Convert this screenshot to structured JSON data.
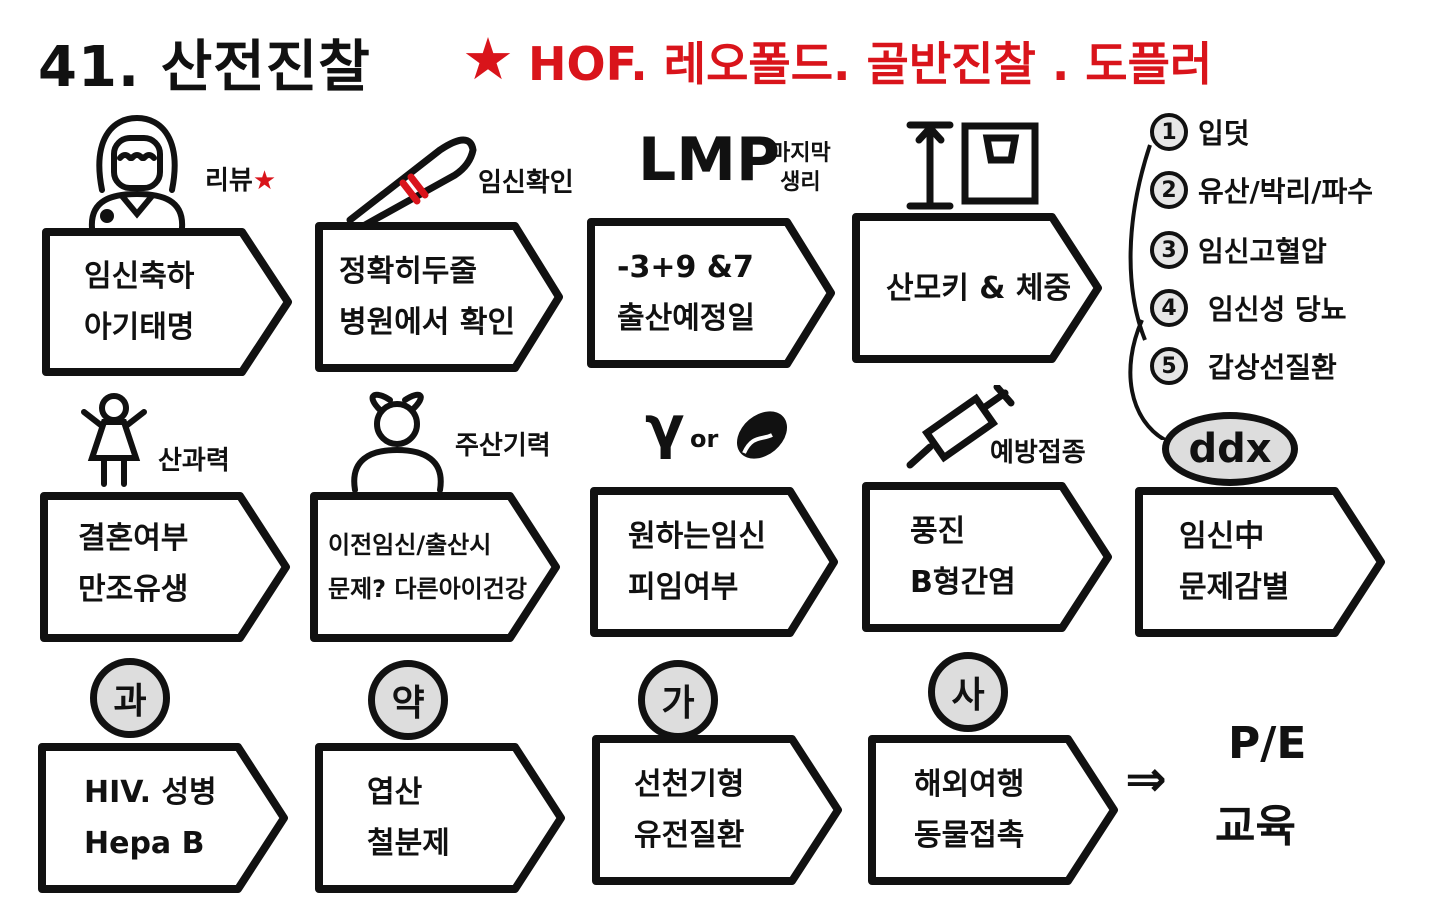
{
  "header": {
    "title": "41. 산전진찰",
    "subtitle": "HOF. 레오폴드. 골반진찰 . 도플러"
  },
  "row1": [
    {
      "label": "리뷰",
      "lines": [
        "임신축하",
        "아기태명"
      ]
    },
    {
      "label": "임신확인",
      "lines": [
        "정확히두줄",
        "병원에서 확인"
      ]
    },
    {
      "label": "LMP",
      "sublabel": [
        "마지막",
        "생리"
      ],
      "lines": [
        "-3+9 &7",
        "출산예정일"
      ]
    },
    {
      "label": "",
      "lines": [
        "산모키 & 체중"
      ]
    }
  ],
  "ddx_list": {
    "items": [
      {
        "num": "1",
        "text": "입덧"
      },
      {
        "num": "2",
        "text": "유산/박리/파수"
      },
      {
        "num": "3",
        "text": "임신고혈압"
      },
      {
        "num": "4",
        "text": "임신성 당뇨"
      },
      {
        "num": "5",
        "text": "갑상선질환"
      }
    ],
    "badge": "ddx"
  },
  "row2": [
    {
      "label": "산과력",
      "lines": [
        "결혼여부",
        "만조유생"
      ]
    },
    {
      "label": "주산기력",
      "lines": [
        "이전임신/출산시",
        "문제? 다른아이건강"
      ]
    },
    {
      "label": "or",
      "lines": [
        "원하는임신",
        "피임여부"
      ]
    },
    {
      "label": "예방접종",
      "lines": [
        "풍진",
        "B형간염"
      ]
    },
    {
      "label": "",
      "lines": [
        "임신中",
        "문제감별"
      ]
    }
  ],
  "row3": [
    {
      "badge": "과",
      "lines": [
        "HIV. 성병",
        "Hepa B"
      ]
    },
    {
      "badge": "약",
      "lines": [
        "엽산",
        "철분제"
      ]
    },
    {
      "badge": "가",
      "lines": [
        "선천기형",
        "유전질환"
      ]
    },
    {
      "badge": "사",
      "lines": [
        "해외여행",
        "동물접촉"
      ]
    }
  ],
  "conclusion": {
    "arrow": "⇒",
    "lines": [
      "P/E",
      "교육"
    ]
  },
  "colors": {
    "accent": "#d9141b",
    "badge_fill": "#dddddd"
  }
}
